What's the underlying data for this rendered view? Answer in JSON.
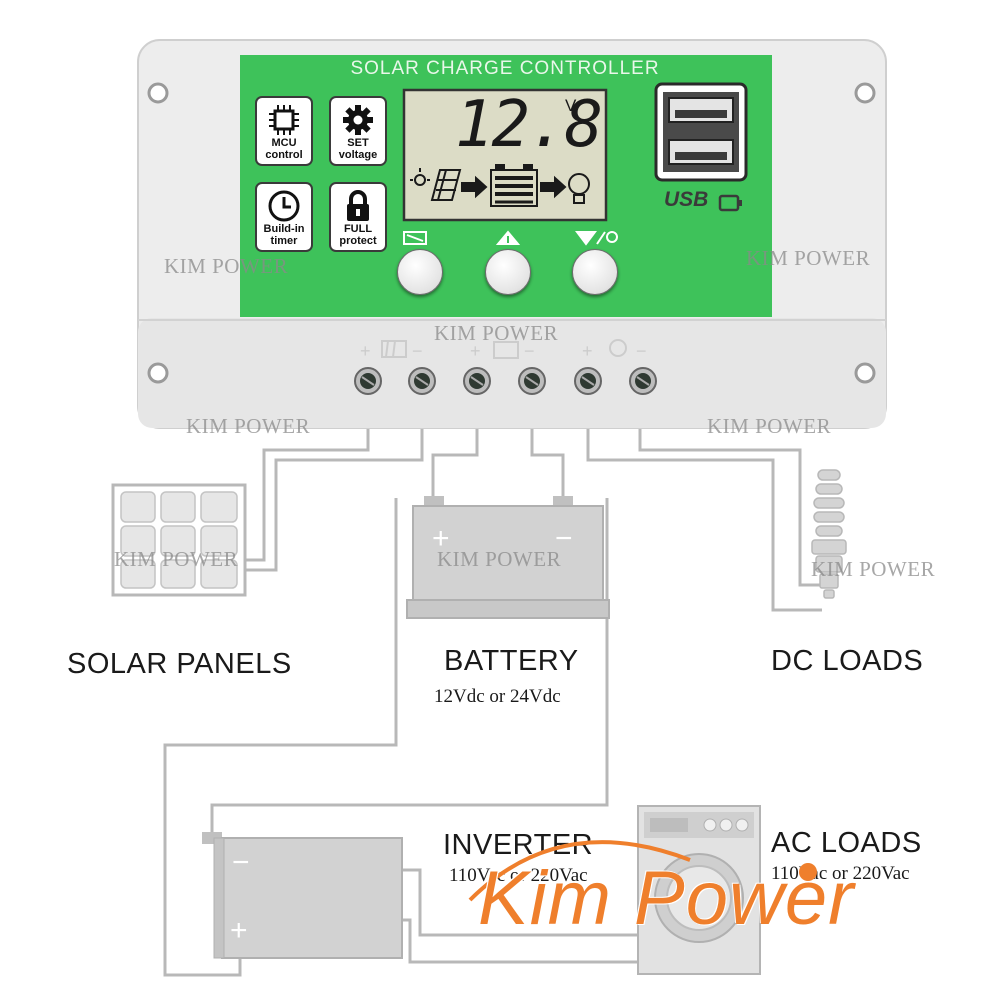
{
  "controller": {
    "title": "SOLAR CHARGE CONTROLLER",
    "display_value": "12.8",
    "display_unit": "V",
    "usb_label": "USB",
    "features": [
      {
        "label": "MCU control",
        "icon": "chip-icon"
      },
      {
        "label": "SET voltage",
        "icon": "gear-icon"
      },
      {
        "label": "Build-in timer",
        "icon": "clock-icon"
      },
      {
        "label": "FULL protect",
        "icon": "lock-icon"
      }
    ],
    "buttons": [
      {
        "icon": "menu-icon"
      },
      {
        "icon": "up-icon"
      },
      {
        "icon": "down-light-icon"
      }
    ],
    "terminal_icons": [
      "solar-terminal-icon",
      "battery-terminal-icon",
      "load-terminal-icon"
    ]
  },
  "components": {
    "solar_panels": {
      "label": "SOLAR PANELS"
    },
    "battery": {
      "label": "BATTERY",
      "sublabel": "12Vdc or 24Vdc"
    },
    "dc_loads": {
      "label": "DC LOADS"
    },
    "inverter": {
      "label": "INVERTER",
      "sublabel": "110Vac or 220Vac"
    },
    "ac_loads": {
      "label": "AC LOADS",
      "sublabel": "110Vac or 220Vac"
    }
  },
  "watermarks": [
    "KIM POWER",
    "KIM POWER",
    "KIM POWER",
    "KIM POWER",
    "KIM POWER",
    "KIM POWER",
    "KIM POWER",
    "KIM POWER"
  ],
  "logo": {
    "text": "Kim Power"
  },
  "colors": {
    "panel_green": "#3ec25a",
    "housing": "#ececec",
    "wire": "#b8b8b8",
    "logo_orange": "#ef7f2c",
    "lcd": "#dcdcc6"
  }
}
